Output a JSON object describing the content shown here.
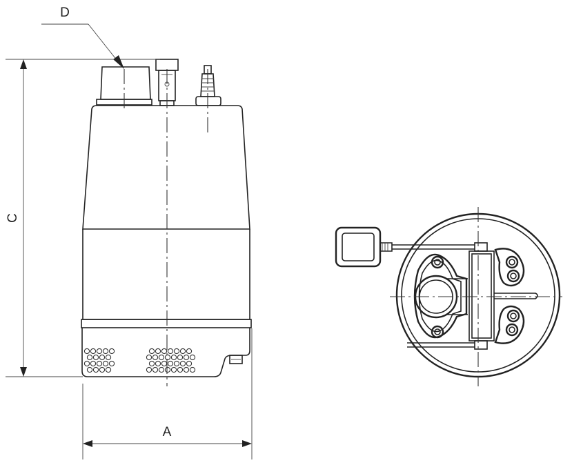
{
  "labels": {
    "a": "A",
    "c": "C",
    "d": "D"
  },
  "colors": {
    "line": "#222222",
    "background": "#ffffff"
  }
}
